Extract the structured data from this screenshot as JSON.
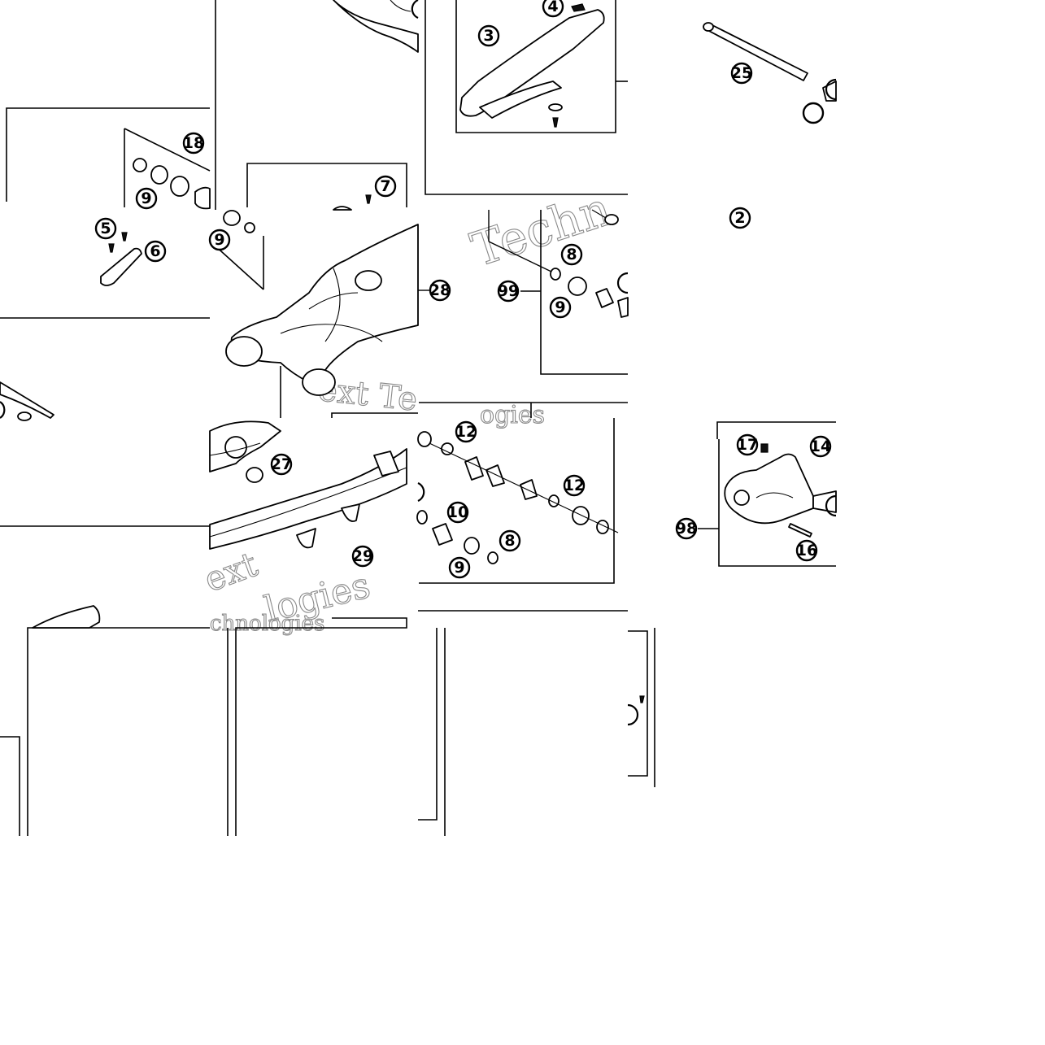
{
  "callouts": {
    "c2": "2",
    "c3": "3",
    "c4": "4",
    "c5": "5",
    "c6": "6",
    "c7": "7",
    "c8a": "8",
    "c8b": "8",
    "c9a": "9",
    "c9b": "9",
    "c9c": "9",
    "c9d": "9",
    "c10": "10",
    "c12a": "12",
    "c12b": "12",
    "c14": "14",
    "c16": "16",
    "c17": "17",
    "c18": "18",
    "c25": "25",
    "c27": "27",
    "c28": "28",
    "c29": "29",
    "c98": "98",
    "c99": "99"
  },
  "watermark": {
    "w1": "Techn",
    "w2": "ext Te",
    "w3": "ogies",
    "w4": "ext",
    "w5": "logies",
    "w6": "chnologies"
  },
  "colors": {
    "line": "#000000",
    "background": "#ffffff",
    "watermark_outline": "#8a8a8a"
  }
}
